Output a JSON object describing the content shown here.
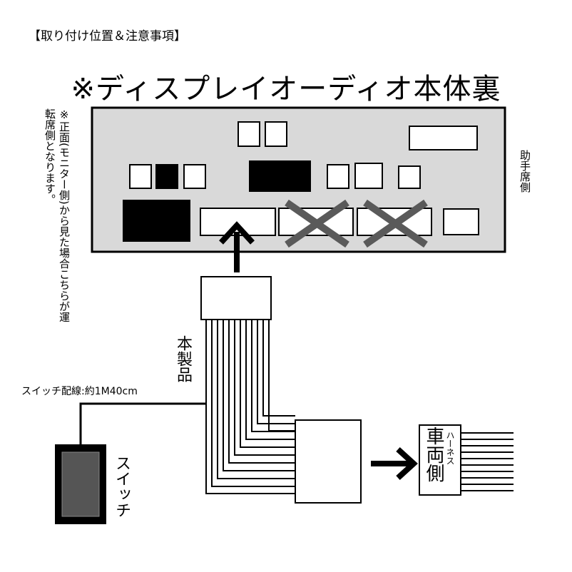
{
  "heading": "【取り付け位置＆注意事項】",
  "title": "※ディスプレイオーディオ本体裏",
  "note": "※正面(モニター側)から見た場合こちらが運転席側となります。",
  "passenger_side": "助手席側",
  "product_label": "本製品",
  "switch_wire_label": "スイッチ配線:約1M40cm",
  "switch_label": "スイッチ",
  "harness": {
    "main": "車両側",
    "sub": "ハーネス"
  },
  "colors": {
    "panel": "#d9d9d9",
    "cross": "#5a5a5a",
    "switch_body": "#555555"
  }
}
